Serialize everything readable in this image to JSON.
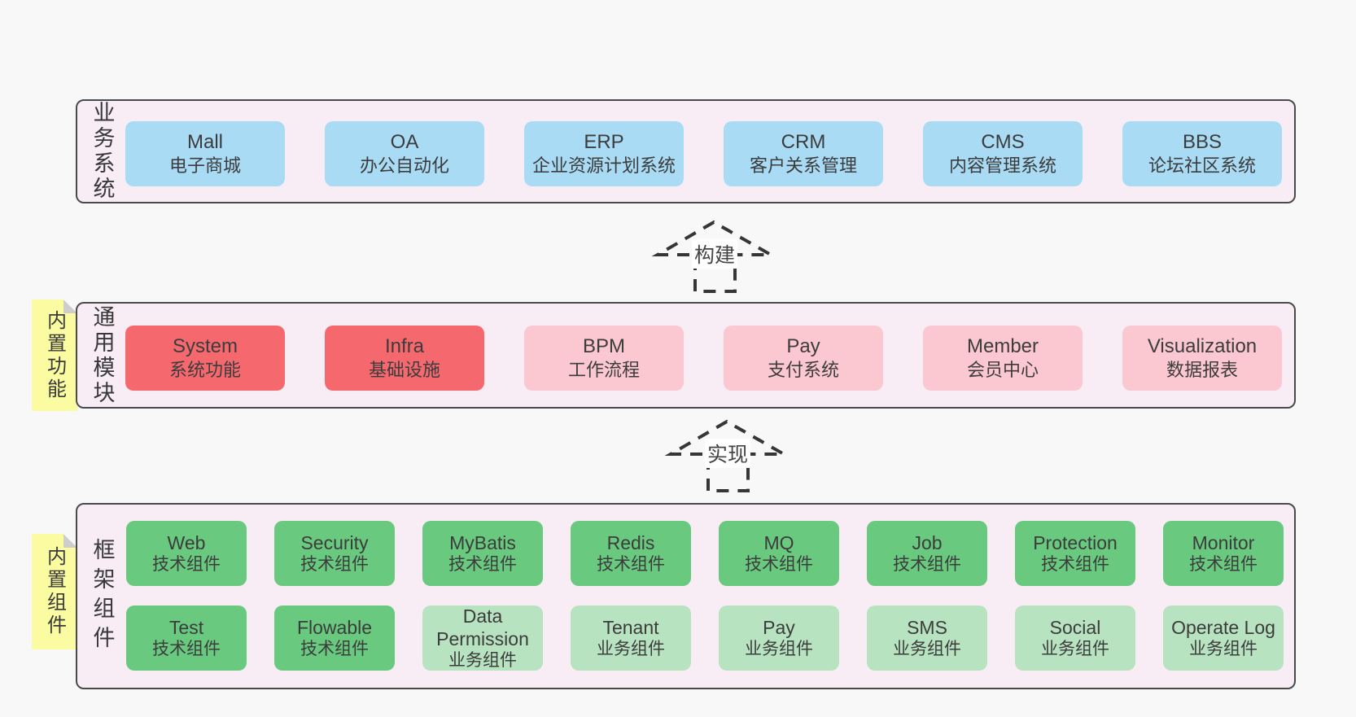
{
  "colors": {
    "pageBg": "#f8f8f8",
    "bandFill": "#f8edf5",
    "bandBorder": "#4a4a4a",
    "blue": "#a9dbf5",
    "red": "#f5696e",
    "pink": "#fbc7d1",
    "green": "#68c97f",
    "lightgreen": "#b8e3c1",
    "sticky": "#fbfba1",
    "fold": "#cdcdcd",
    "text": "#3c3c3c",
    "arrowStroke": "#363636",
    "labelBg": "#ffffff"
  },
  "bands": [
    {
      "label": "业务系统",
      "boxes": [
        {
          "title": "Mall",
          "subtitle": "电子商城",
          "variant": "blue"
        },
        {
          "title": "OA",
          "subtitle": "办公自动化",
          "variant": "blue"
        },
        {
          "title": "ERP",
          "subtitle": "企业资源计划系统",
          "variant": "blue"
        },
        {
          "title": "CRM",
          "subtitle": "客户关系管理",
          "variant": "blue"
        },
        {
          "title": "CMS",
          "subtitle": "内容管理系统",
          "variant": "blue"
        },
        {
          "title": "BBS",
          "subtitle": "论坛社区系统",
          "variant": "blue"
        }
      ]
    },
    {
      "label": "通用模块",
      "sticky": "内置功能",
      "boxes": [
        {
          "title": "System",
          "subtitle": "系统功能",
          "variant": "red"
        },
        {
          "title": "Infra",
          "subtitle": "基础设施",
          "variant": "red"
        },
        {
          "title": "BPM",
          "subtitle": "工作流程",
          "variant": "pink"
        },
        {
          "title": "Pay",
          "subtitle": "支付系统",
          "variant": "pink"
        },
        {
          "title": "Member",
          "subtitle": "会员中心",
          "variant": "pink"
        },
        {
          "title": "Visualization",
          "subtitle": "数据报表",
          "variant": "pink"
        }
      ]
    },
    {
      "label": "框架组件",
      "sticky": "内置组件",
      "rows": [
        [
          {
            "title": "Web",
            "subtitle": "技术组件",
            "variant": "green"
          },
          {
            "title": "Security",
            "subtitle": "技术组件",
            "variant": "green"
          },
          {
            "title": "MyBatis",
            "subtitle": "技术组件",
            "variant": "green"
          },
          {
            "title": "Redis",
            "subtitle": "技术组件",
            "variant": "green"
          },
          {
            "title": "MQ",
            "subtitle": "技术组件",
            "variant": "green"
          },
          {
            "title": "Job",
            "subtitle": "技术组件",
            "variant": "green"
          },
          {
            "title": "Protection",
            "subtitle": "技术组件",
            "variant": "green"
          },
          {
            "title": "Monitor",
            "subtitle": "技术组件",
            "variant": "green"
          }
        ],
        [
          {
            "title": "Test",
            "subtitle": "技术组件",
            "variant": "green"
          },
          {
            "title": "Flowable",
            "subtitle": "技术组件",
            "variant": "green"
          },
          {
            "title": "Data Permission",
            "subtitle": "业务组件",
            "variant": "lightgreen"
          },
          {
            "title": "Tenant",
            "subtitle": "业务组件",
            "variant": "lightgreen"
          },
          {
            "title": "Pay",
            "subtitle": "业务组件",
            "variant": "lightgreen"
          },
          {
            "title": "SMS",
            "subtitle": "业务组件",
            "variant": "lightgreen"
          },
          {
            "title": "Social",
            "subtitle": "业务组件",
            "variant": "lightgreen"
          },
          {
            "title": "Operate Log",
            "subtitle": "业务组件",
            "variant": "lightgreen"
          }
        ]
      ]
    }
  ],
  "arrows": [
    {
      "label": "构建"
    },
    {
      "label": "实现"
    }
  ]
}
